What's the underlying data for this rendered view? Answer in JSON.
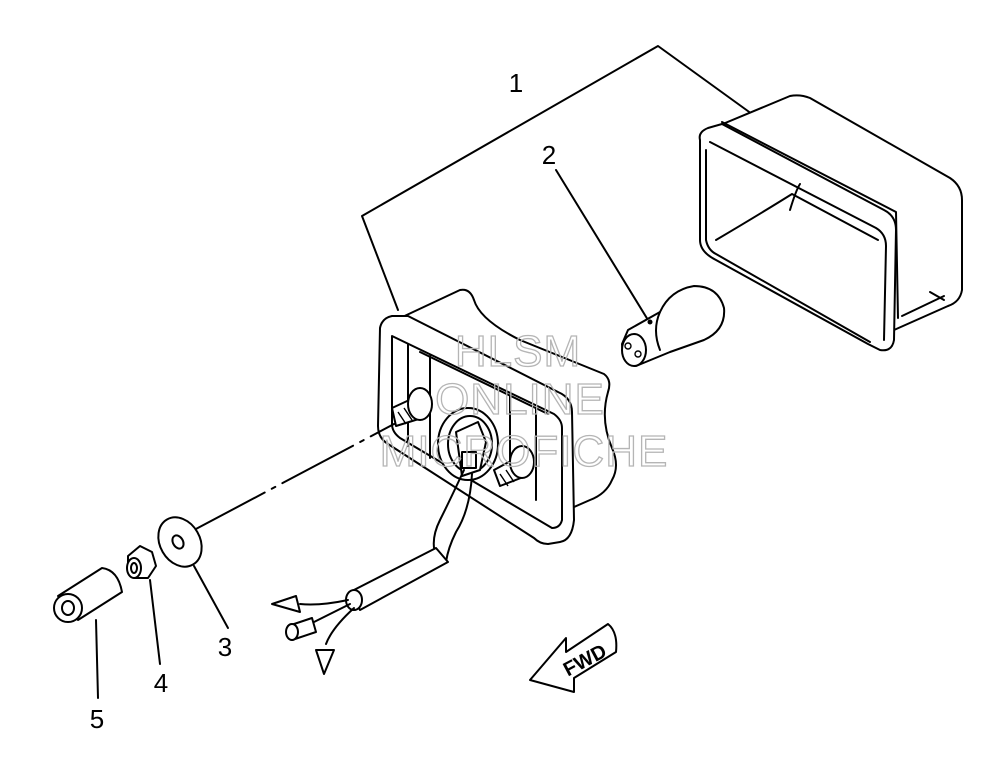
{
  "callouts": [
    {
      "id": "1",
      "label": "1"
    },
    {
      "id": "2",
      "label": "2"
    },
    {
      "id": "3",
      "label": "3"
    },
    {
      "id": "4",
      "label": "4"
    },
    {
      "id": "5",
      "label": "5"
    }
  ],
  "direction_marker": "FWD",
  "watermark": {
    "line1": "HLSM",
    "line2": "ONLINE",
    "line3": "MICROFICHE"
  },
  "colors": {
    "line": "#000000",
    "watermark": "#b5b5b5",
    "background": "#ffffff"
  }
}
